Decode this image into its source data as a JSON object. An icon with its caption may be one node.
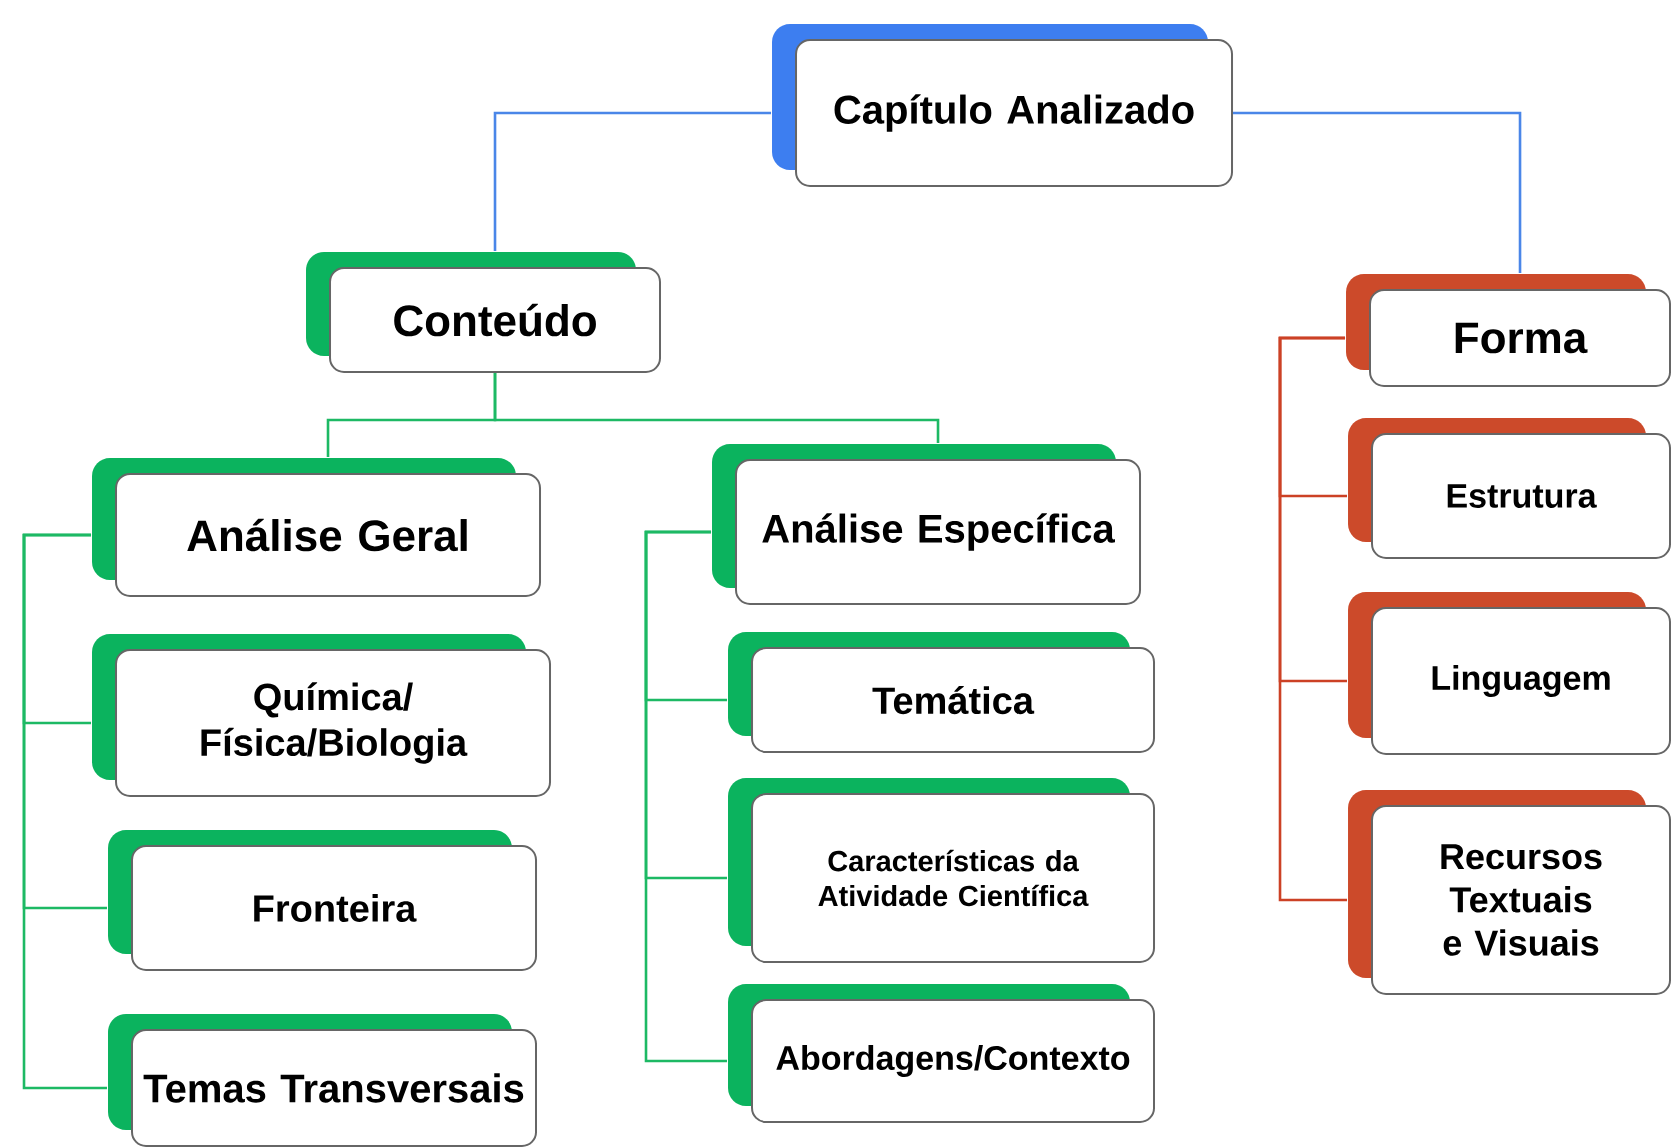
{
  "diagram": {
    "nodes": [
      {
        "text": [
          "Capítulo Analizado"
        ]
      },
      {
        "text": [
          "Conteúdo"
        ]
      },
      {
        "text": [
          "Forma"
        ]
      },
      {
        "text": [
          "Análise Geral"
        ]
      },
      {
        "text": [
          "Química/Física/Biologia"
        ]
      },
      {
        "text": [
          "Fronteira"
        ]
      },
      {
        "text": [
          "Temas Transversais"
        ]
      },
      {
        "text": [
          "Análise Específica"
        ]
      },
      {
        "text": [
          "Temática"
        ]
      },
      {
        "text": [
          "Características da Atividade Científica"
        ]
      },
      {
        "text": [
          "Abordagens/Contexto"
        ]
      },
      {
        "text": [
          "Estrutura"
        ]
      },
      {
        "text": [
          "Linguagem"
        ]
      },
      {
        "text": [
          "Recursos Textuais e Visuais"
        ]
      }
    ],
    "edges": [
      {
        "from": 0,
        "to": 1,
        "arrow": "none",
        "color": "#4a86e8"
      },
      {
        "from": 0,
        "to": 2,
        "arrow": "none",
        "color": "#4a86e8"
      },
      {
        "from": 1,
        "to": 3,
        "arrow": "none"
      },
      {
        "from": 1,
        "to": 7,
        "arrow": "none"
      },
      {
        "from": 3,
        "to": 4,
        "arrow": "none"
      },
      {
        "from": 3,
        "to": 5,
        "arrow": "none"
      },
      {
        "from": 3,
        "to": 6,
        "arrow": "none"
      },
      {
        "from": 7,
        "to": 8,
        "arrow": "none"
      },
      {
        "from": 7,
        "to": 9,
        "arrow": "none"
      },
      {
        "from": 7,
        "to": 10,
        "arrow": "none"
      },
      {
        "from": 2,
        "to": 11,
        "arrow": "none",
        "color": "#cc4125"
      },
      {
        "from": 2,
        "to": 12,
        "arrow": "none",
        "color": "#cc4125"
      },
      {
        "from": 2,
        "to": 13,
        "arrow": "none",
        "color": "#cc4125"
      }
    ]
  }
}
